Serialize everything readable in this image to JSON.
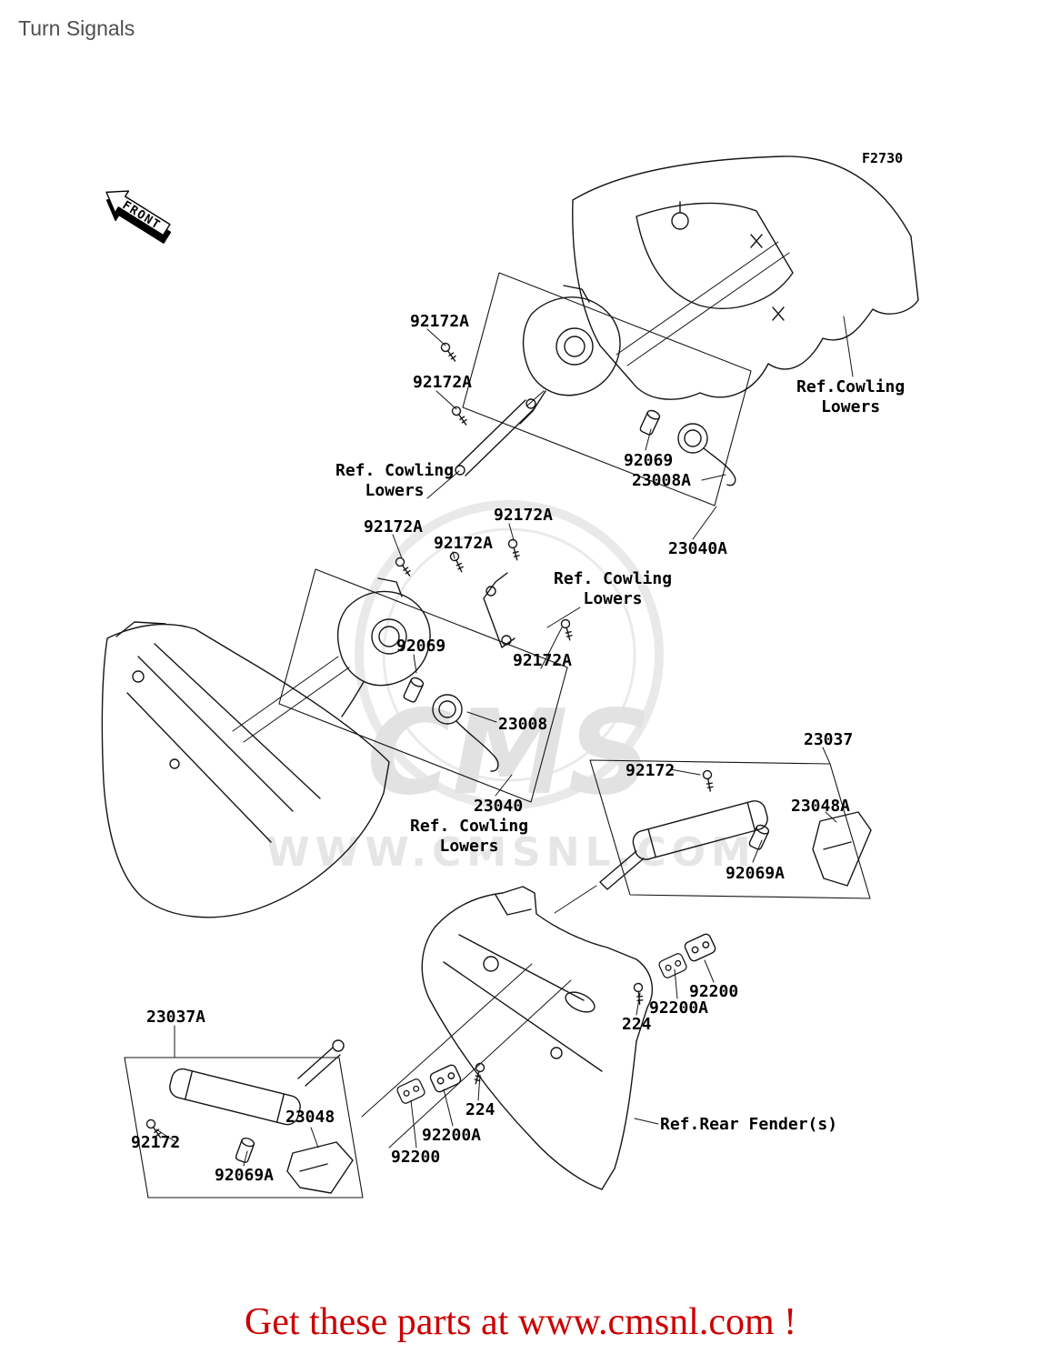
{
  "page": {
    "title": "Turn Signals",
    "diagram_code": "F2730",
    "front_label": "FRONT",
    "footer": "Get these parts at www.cmsnl.com !",
    "watermark": {
      "logo": "CMS",
      "url": "WWW.CMSNL.COM"
    },
    "colors": {
      "footer_red": "#cc0000",
      "title_gray": "#4f4f4f",
      "line": "#161616",
      "watermark": "#dedede"
    }
  },
  "labels": [
    {
      "text": "92172A"
    },
    {
      "text": "92172A"
    },
    {
      "text": "Ref. Cowling\nLowers"
    },
    {
      "text": "92069"
    },
    {
      "text": "23008A"
    },
    {
      "text": "Ref.Cowling\nLowers"
    },
    {
      "text": "92172A"
    },
    {
      "text": "92172A"
    },
    {
      "text": "92172A"
    },
    {
      "text": "23040A"
    },
    {
      "text": "Ref. Cowling\nLowers"
    },
    {
      "text": "92069"
    },
    {
      "text": "92172A"
    },
    {
      "text": "23008"
    },
    {
      "text": "23037"
    },
    {
      "text": "92172"
    },
    {
      "text": "23048A"
    },
    {
      "text": "23040"
    },
    {
      "text": "Ref. Cowling\nLowers"
    },
    {
      "text": "92069A"
    },
    {
      "text": "92200"
    },
    {
      "text": "92200A"
    },
    {
      "text": "224"
    },
    {
      "text": "23037A"
    },
    {
      "text": "23048"
    },
    {
      "text": "92172"
    },
    {
      "text": "224"
    },
    {
      "text": "92200A"
    },
    {
      "text": "92200"
    },
    {
      "text": "92069A"
    },
    {
      "text": "Ref.Rear Fender(s)"
    }
  ]
}
